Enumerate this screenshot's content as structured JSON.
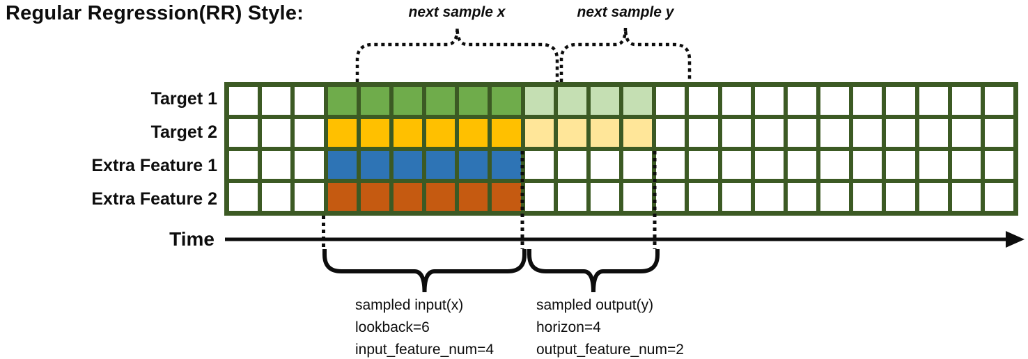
{
  "title": "Regular Regression(RR) Style:",
  "top_labels": {
    "next_sample_x": "next sample x",
    "next_sample_y": "next sample y"
  },
  "time_axis": {
    "label": "Time"
  },
  "grid": {
    "total_cols": 24,
    "lead_cols": 3,
    "lookback": 6,
    "horizon": 4,
    "border_color": "#3C5A24",
    "cell_color": "#FFFFFF",
    "rows": [
      {
        "label": "Target 1",
        "input_color": "#6FAC4B",
        "output_color": "#C5DFB3"
      },
      {
        "label": "Target 2",
        "input_color": "#FFC000",
        "output_color": "#FFE699"
      },
      {
        "label": "Extra Feature 1",
        "input_color": "#2E74B5",
        "output_color": null
      },
      {
        "label": "Extra Feature 2",
        "input_color": "#C55A11",
        "output_color": null
      }
    ]
  },
  "bottom_left": {
    "lines": [
      "sampled input(x)",
      "lookback=6",
      "input_feature_num=4"
    ]
  },
  "bottom_right": {
    "lines": [
      "sampled output(y)",
      "horizon=4",
      "output_feature_num=2"
    ]
  },
  "annotation_color": "#0d0d0d"
}
